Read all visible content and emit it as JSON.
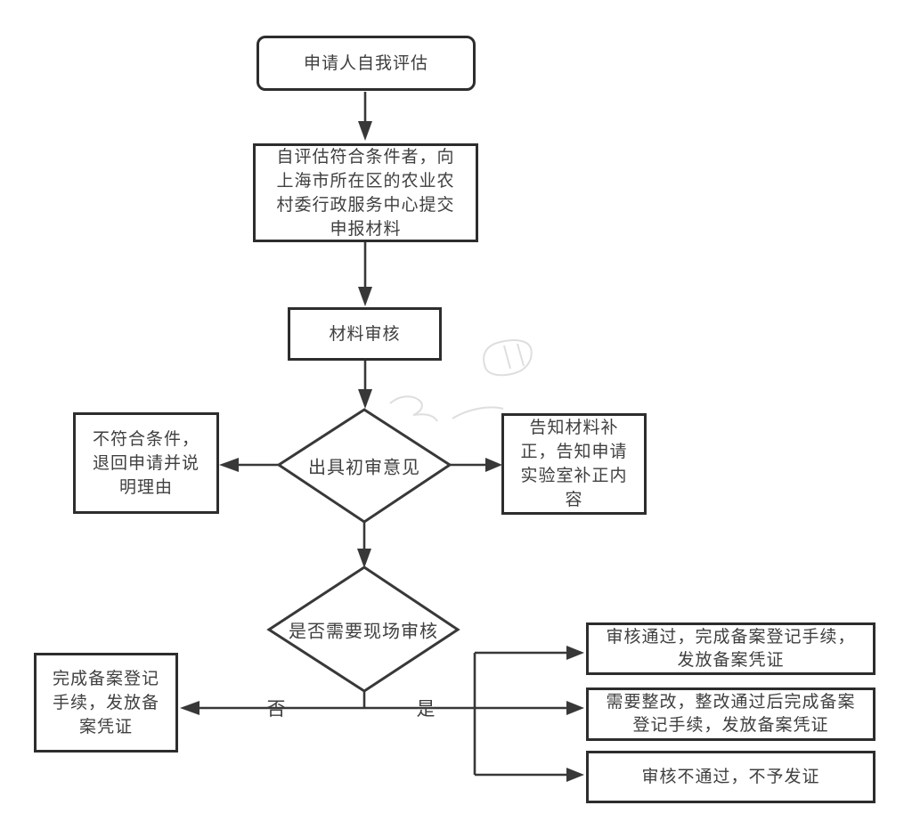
{
  "diagram": {
    "colors": {
      "line": "#383838",
      "box_border": "#2d2d2d",
      "text": "#3f3f3f",
      "watermark": "#dedede",
      "background": "#ffffff"
    },
    "nodes": {
      "self_assessment": "申请人自我评估",
      "submit_materials": "自评估符合条件者，向上海市所在区的农业农村委行政服务中心提交申报材料",
      "material_review": "材料审核",
      "preliminary_opinion": "出具初审意见",
      "not_qualified_return": "不符合条件，退回申请并说明理由",
      "notify_supplement": "告知材料补正，告知申请实验室补正内容",
      "need_onsite_review": "是否需要现场审核",
      "complete_registration": "完成备案登记手续，发放备案凭证",
      "review_passed": "审核通过，完成备案登记手续，发放备案凭证",
      "need_rectification": "需要整改，整改通过后完成备案登记手续，发放备案凭证",
      "review_failed": "审核不通过，不予发证"
    },
    "edge_labels": {
      "no": "否",
      "yes": "是"
    }
  }
}
